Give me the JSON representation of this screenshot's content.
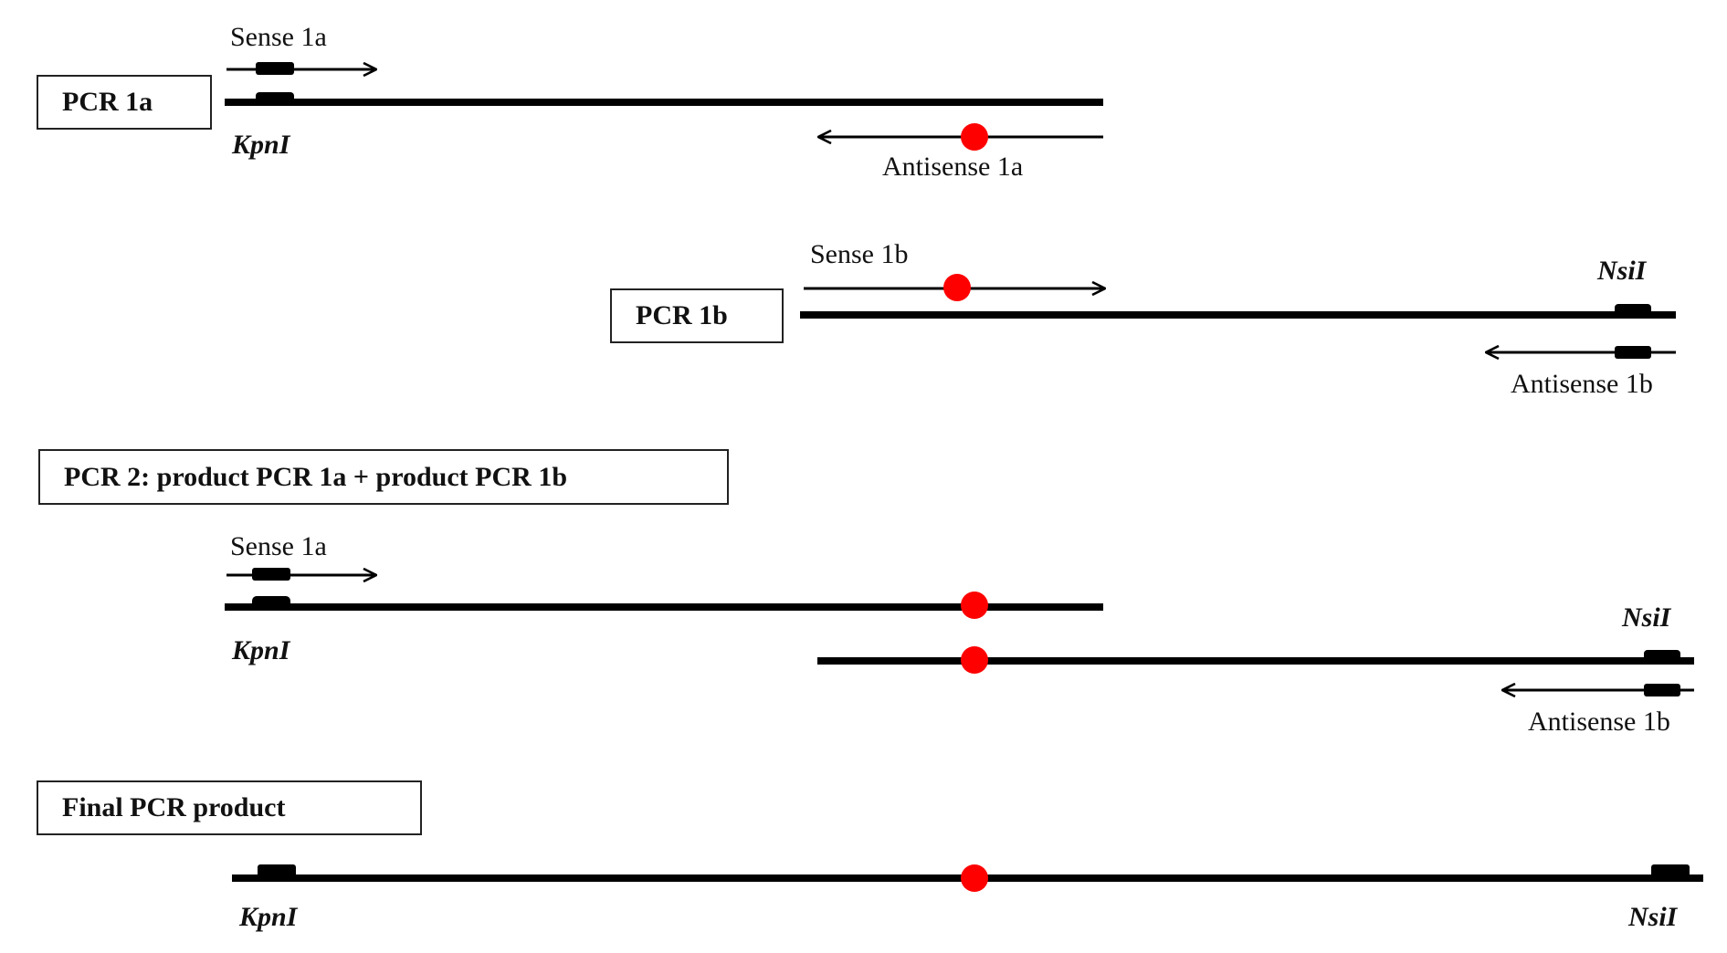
{
  "colors": {
    "strand": "#000000",
    "mutation": "#ff0000",
    "text": "#111111"
  },
  "steps": {
    "pcr1a": {
      "label": "PCR 1a",
      "sense_primer": "Sense 1a",
      "antisense_primer": "Antisense 1a",
      "site_left": "KpnI"
    },
    "pcr1b": {
      "label": "PCR 1b",
      "sense_primer": "Sense 1b",
      "antisense_primer": "Antisense 1b",
      "site_right": "NsiI"
    },
    "pcr2": {
      "label": "PCR 2:  product PCR 1a + product PCR 1b",
      "sense_primer": "Sense 1a",
      "antisense_primer": "Antisense 1b",
      "site_left": "KpnI",
      "site_right": "NsiI"
    },
    "final": {
      "label": "Final PCR product",
      "site_left": "KpnI",
      "site_right": "NsiI"
    }
  },
  "icons": {
    "mutation": "red-dot",
    "restriction_site": "black-block",
    "primer": "arrow"
  }
}
